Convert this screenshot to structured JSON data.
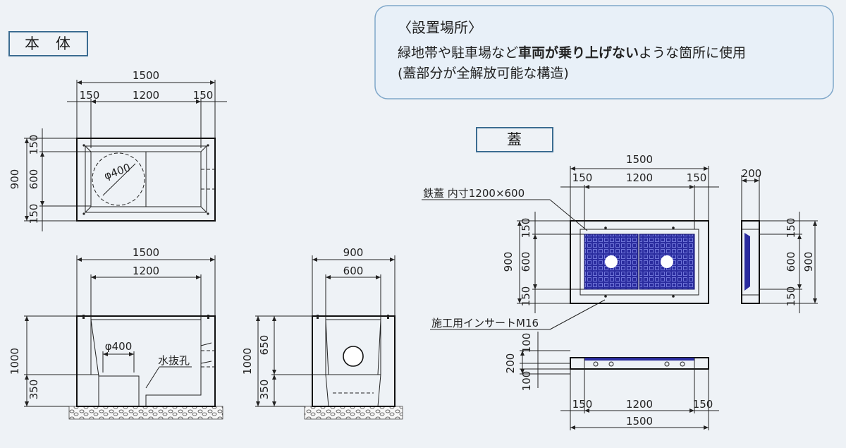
{
  "note": {
    "title": "〈設置場所〉",
    "line1_pre": "緑地帯や駐車場など",
    "line1_bold": "車両が乗り上げない",
    "line1_post": "ような箇所に使用",
    "line2": "(蓋部分が全解放可能な構造)"
  },
  "sections": {
    "body_label": "本　体",
    "lid_label": "蓋"
  },
  "body_plan": {
    "w_total": "1500",
    "w_left": "150",
    "w_mid": "1200",
    "w_right": "150",
    "h_total": "900",
    "h_top": "150",
    "h_mid": "600",
    "h_bot": "150",
    "hole": "φ400"
  },
  "body_front": {
    "w_total": "1500",
    "w_inner": "1200",
    "hole": "φ400",
    "drain": "水抜孔",
    "h_total": "1000",
    "h_low": "350"
  },
  "body_side": {
    "w_total": "900",
    "w_inner": "600",
    "h_total": "1000",
    "h_upper": "650",
    "h_low": "350"
  },
  "lid_plan": {
    "w_total": "1500",
    "w_left": "150",
    "w_mid": "1200",
    "w_right": "150",
    "h_total": "900",
    "h_top": "150",
    "h_mid": "600",
    "h_bot": "150",
    "h_total_r": "900",
    "h_top_r": "150",
    "h_mid_r": "600",
    "h_bot_r": "150",
    "side_w": "200",
    "lid_callout": "鉄蓋 内寸1200×600",
    "insert_callout": "施工用インサートM16"
  },
  "lid_section": {
    "h_top": "100",
    "h_total": "200",
    "h_bot": "100",
    "w_left": "150",
    "w_mid": "1200",
    "w_right": "150",
    "w_total": "1500"
  },
  "colors": {
    "background": "#eef2f6",
    "note_border": "#7fa7c9",
    "label_border": "#3b6c91",
    "cover_blue": "#2a2c9e"
  }
}
